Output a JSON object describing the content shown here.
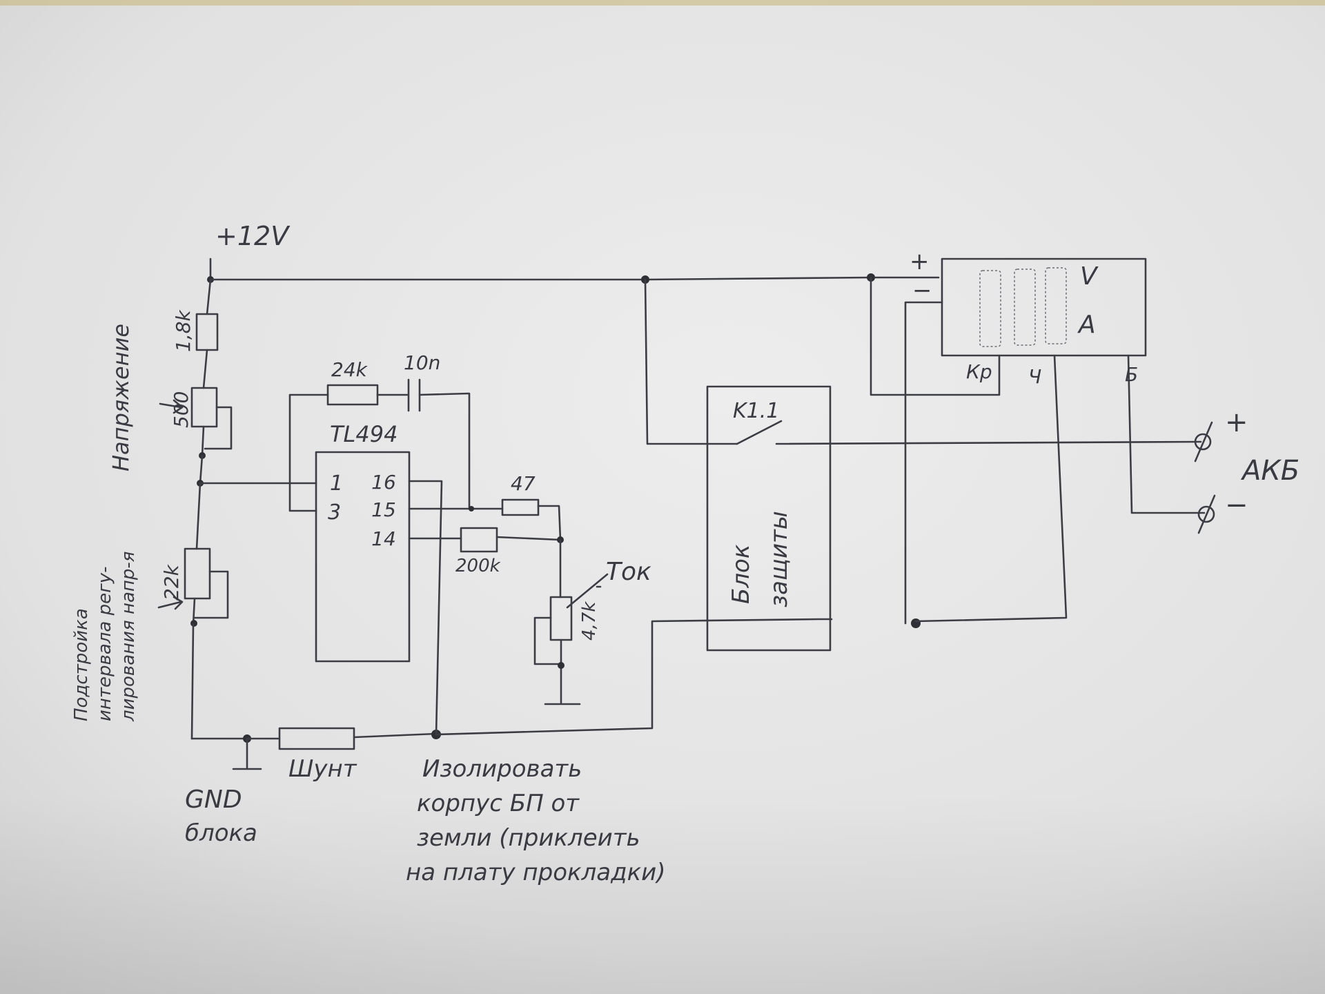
{
  "labels": {
    "supply": "+12V",
    "r_top": "1,8k",
    "pot_voltage": "500",
    "voltage_label": "Напряжение",
    "pot_range": "22k",
    "range_label_1": "Подстройка",
    "range_label_2": "интервала регу-",
    "range_label_3": "лирования напр-я",
    "r_feedback": "24k",
    "c_feedback": "10n",
    "ic_name": "TL494",
    "pin_1": "1",
    "pin_3": "3",
    "pin_16": "16",
    "pin_15": "15",
    "pin_14": "14",
    "r_47": "47",
    "r_200k": "200k",
    "pot_current": "4,7k",
    "current_label": "Ток",
    "gnd_label_1": "GND",
    "gnd_label_2": "блока",
    "shunt_label": "Шунт",
    "note_1": "Изолировать",
    "note_2": "корпус БП от",
    "note_3": "земли (приклеить",
    "note_4": "на плату прокладки)",
    "relay_contact": "K1.1",
    "protection_1": "Блок",
    "protection_2": "защиты",
    "meter_plus": "+",
    "meter_minus": "−",
    "meter_v": "V",
    "meter_a": "A",
    "wire_red": "Кр",
    "wire_black": "Ч",
    "wire_white": "Б",
    "terminal_plus": "+",
    "terminal_minus": "−",
    "battery_label": "АКБ"
  }
}
